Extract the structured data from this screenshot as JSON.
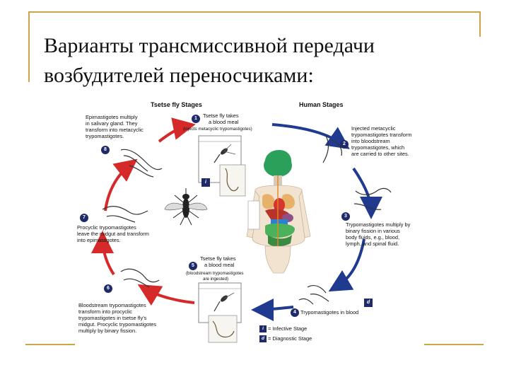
{
  "title": {
    "line1": "Варианты трансмиссивной передачи",
    "line2": "возбудителей переносчиками:"
  },
  "diagram": {
    "tsetse_stages_title": "Tsetse fly Stages",
    "human_stages_title": "Human Stages",
    "steps": [
      {
        "number": "1",
        "lines": [
          "Tsetse fly takes",
          "a blood meal"
        ],
        "note": "(injects metacyclic trypomastigotes)"
      },
      {
        "number": "2",
        "lines": [
          "Injected metacyclic",
          "trypomastigotes transform",
          "into bloodstream",
          "trypomastigotes, which",
          "are carried to other sites."
        ]
      },
      {
        "number": "3",
        "lines": [
          "Trypomastigotes multiply by",
          "binary fission in various",
          "body fluids, e.g., blood,",
          "lymph, and spinal fluid."
        ]
      },
      {
        "number": "4",
        "lines": [
          "Trypomastigotes in blood"
        ]
      },
      {
        "number": "5",
        "lines": [
          "Tsetse fly takes",
          "a blood meal"
        ],
        "note_lines": [
          "(bloodstream trypomastigotes",
          "are ingested)"
        ]
      },
      {
        "number": "6",
        "lines": [
          "Bloodstream trypomastigotes",
          "transform into procyclic",
          "trypomastigotes in tsetse fly's",
          "midgut. Procyclic trypomastigotes",
          "multiply by binary fission."
        ]
      },
      {
        "number": "7",
        "lines": [
          "Procyclic trypomastigotes",
          "leave the midgut and transform",
          "into epimastigotes."
        ]
      },
      {
        "number": "8",
        "lines": [
          "Epimastigotes multiply",
          "in salivary gland. They",
          "transform into metacyclic",
          "trypomastigotes."
        ]
      }
    ],
    "legend": [
      {
        "badge": "i",
        "label": "= Infective Stage"
      },
      {
        "badge": "d",
        "label": "= Diagnostic Stage"
      }
    ],
    "badge_i": "i",
    "badge_d": "d",
    "colors": {
      "tsetse_arrows": "#d62a2a",
      "human_arrows": "#1f3a8f",
      "step_badge": "#1f2a6b",
      "accent_line": "#c9a64a"
    }
  }
}
